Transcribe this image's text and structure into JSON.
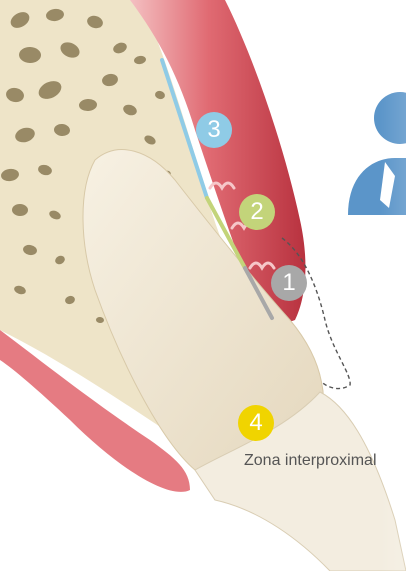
{
  "zones": [
    {
      "number": "3",
      "color": "#8fcbe6"
    },
    {
      "number": "2",
      "color": "#c3d47a"
    },
    {
      "number": "1",
      "color": "#a8a8a8"
    },
    {
      "number": "4",
      "color": "#f0d400"
    }
  ],
  "zone_label": "Zona interproximal",
  "colors": {
    "gum": "#e06a72",
    "gum_dark": "#c84552",
    "bone": "#eee4c8",
    "tooth": "#efe6d2",
    "person_icon": "#5b95c9"
  },
  "icons": [
    "person-icon"
  ]
}
